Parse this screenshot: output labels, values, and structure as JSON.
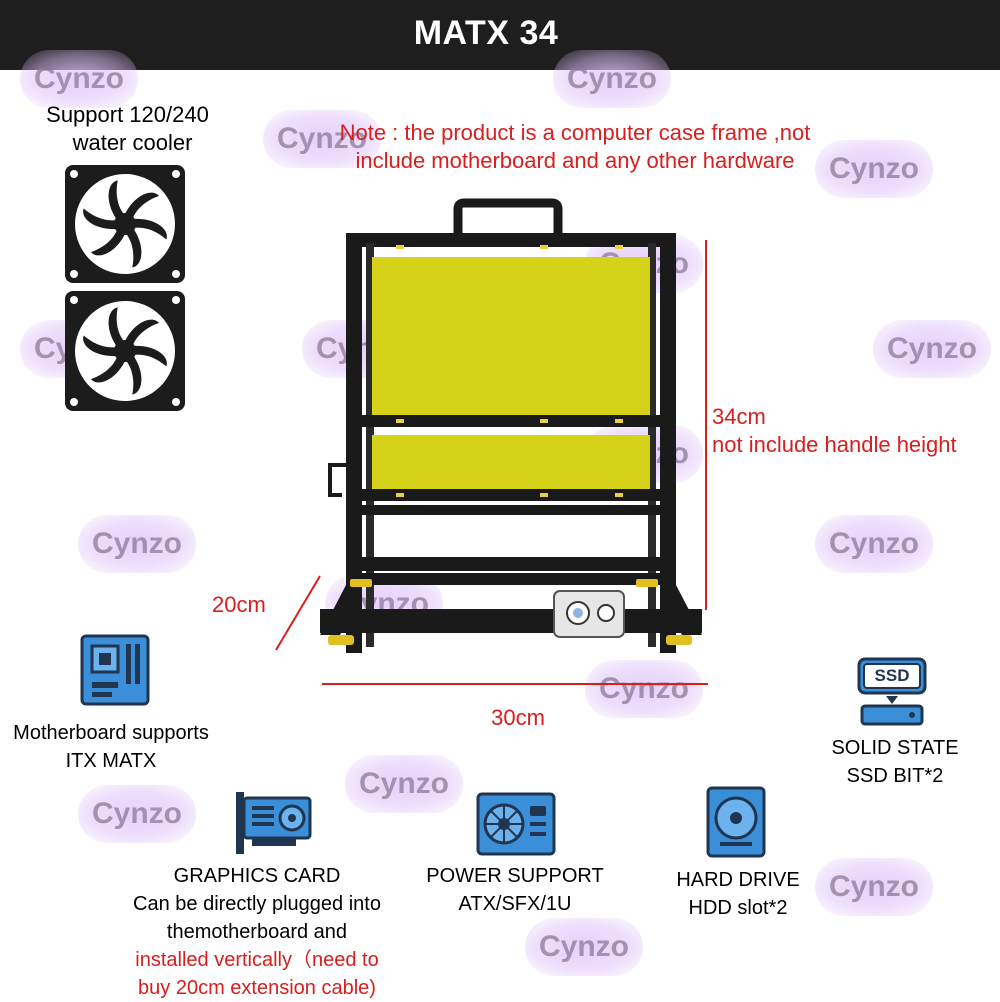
{
  "header": {
    "title": "MATX 34"
  },
  "watermark": {
    "text": "Cynzo"
  },
  "cooler": {
    "line1": "Support 120/240",
    "line2": "water cooler",
    "icons": [
      "fan-icon",
      "fan-icon"
    ]
  },
  "note": {
    "line1": "Note : the product is a computer case frame ,not",
    "line2": "include motherboard and any other hardware",
    "color": "#d81e1e"
  },
  "dimensions": {
    "height_value": "34cm",
    "height_note": "not include handle height",
    "depth": "20cm",
    "width": "30cm"
  },
  "product": {
    "frame_color": "#1a1a1a",
    "panel_color": "#d6d21a",
    "foot_color": "#e0c020"
  },
  "features": {
    "motherboard": {
      "icon": "motherboard-icon",
      "line1": "Motherboard supports",
      "line2": "ITX MATX"
    },
    "ssd": {
      "icon": "ssd-icon",
      "badge": "SSD",
      "line1": "SOLID STATE",
      "line2": "SSD BIT*2"
    },
    "graphics": {
      "icon": "graphics-card-icon",
      "line1": "GRAPHICS CARD",
      "line2": "Can be directly plugged into",
      "line3": "themotherboard and",
      "line4": "installed vertically（need to",
      "line5": "buy 20cm extension cable)"
    },
    "power": {
      "icon": "power-supply-icon",
      "line1": "POWER SUPPORT",
      "line2": "ATX/SFX/1U"
    },
    "hdd": {
      "icon": "hard-drive-icon",
      "line1": "HARD DRIVE",
      "line2": "HDD slot*2"
    }
  },
  "colors": {
    "icon_blue": "#3a8fd8",
    "icon_dark": "#1f3550",
    "accent_red": "#d81e1e"
  }
}
